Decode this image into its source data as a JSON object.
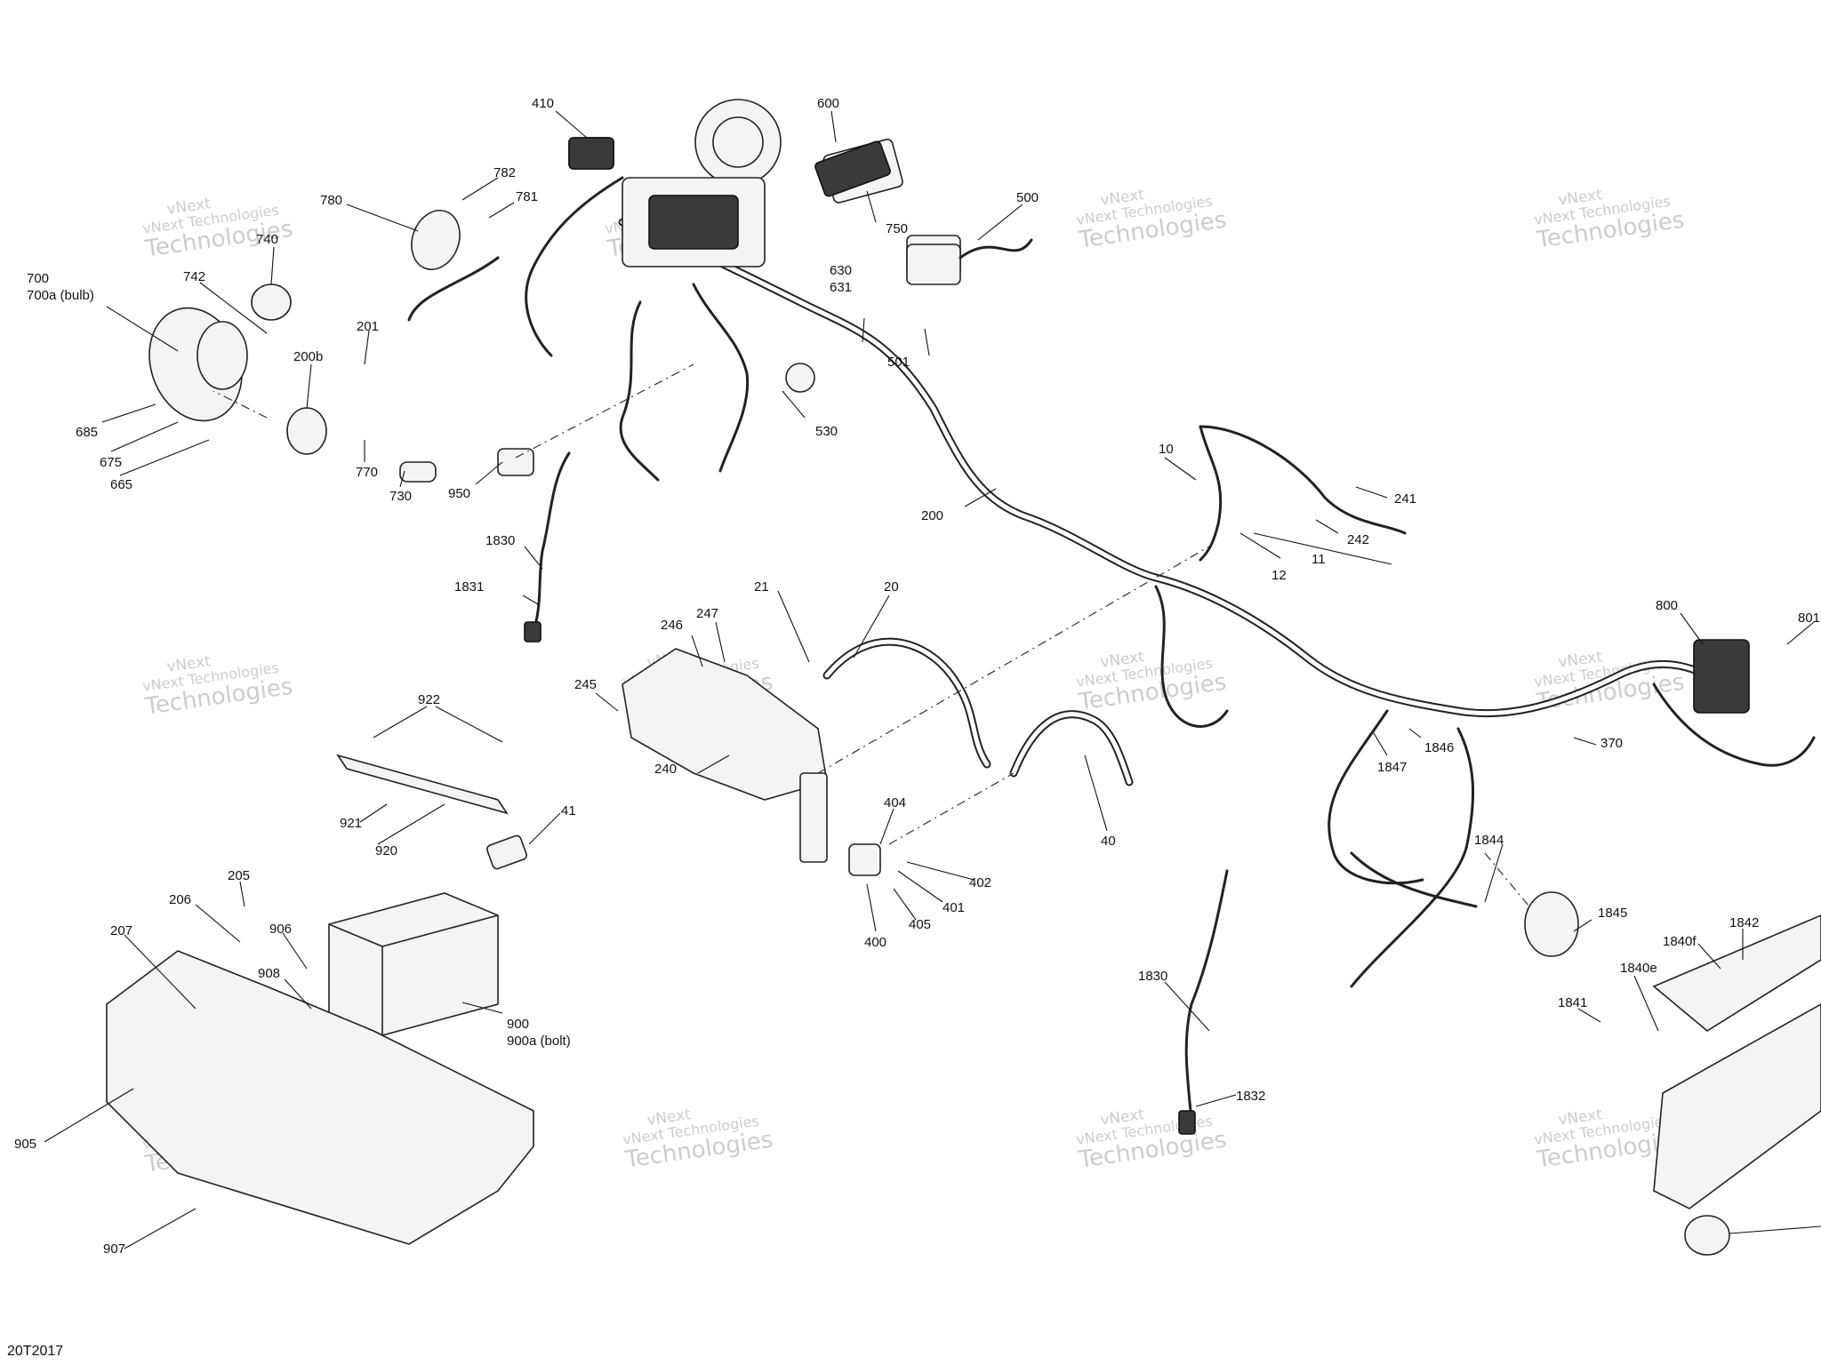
{
  "figure_code": "20T2017",
  "watermark": {
    "line1": "vNext",
    "line2": "vNext Technologies",
    "line3": "Technologies"
  },
  "callouts": [
    {
      "id": "410",
      "text": "410"
    },
    {
      "id": "600",
      "text": "600"
    },
    {
      "id": "782",
      "text": "782"
    },
    {
      "id": "781",
      "text": "781"
    },
    {
      "id": "780",
      "text": "780"
    },
    {
      "id": "750",
      "text": "750"
    },
    {
      "id": "500",
      "text": "500"
    },
    {
      "id": "740",
      "text": "740"
    },
    {
      "id": "742",
      "text": "742"
    },
    {
      "id": "700",
      "text": "700"
    },
    {
      "id": "700a",
      "text": "700a (bulb)"
    },
    {
      "id": "201",
      "text": "201"
    },
    {
      "id": "200b",
      "text": "200b"
    },
    {
      "id": "630",
      "text": "630"
    },
    {
      "id": "631",
      "text": "631"
    },
    {
      "id": "501",
      "text": "501"
    },
    {
      "id": "685",
      "text": "685"
    },
    {
      "id": "675",
      "text": "675"
    },
    {
      "id": "665",
      "text": "665"
    },
    {
      "id": "770",
      "text": "770"
    },
    {
      "id": "530",
      "text": "530"
    },
    {
      "id": "730",
      "text": "730"
    },
    {
      "id": "950",
      "text": "950"
    },
    {
      "id": "10",
      "text": "10"
    },
    {
      "id": "241",
      "text": "241"
    },
    {
      "id": "200",
      "text": "200"
    },
    {
      "id": "242",
      "text": "242"
    },
    {
      "id": "11",
      "text": "11"
    },
    {
      "id": "12",
      "text": "12"
    },
    {
      "id": "1830a",
      "text": "1830"
    },
    {
      "id": "1831",
      "text": "1831"
    },
    {
      "id": "21",
      "text": "21"
    },
    {
      "id": "20",
      "text": "20"
    },
    {
      "id": "247",
      "text": "247"
    },
    {
      "id": "246",
      "text": "246"
    },
    {
      "id": "800",
      "text": "800"
    },
    {
      "id": "801",
      "text": "801"
    },
    {
      "id": "245",
      "text": "245"
    },
    {
      "id": "922",
      "text": "922"
    },
    {
      "id": "1846",
      "text": "1846"
    },
    {
      "id": "370",
      "text": "370"
    },
    {
      "id": "1847",
      "text": "1847"
    },
    {
      "id": "240",
      "text": "240"
    },
    {
      "id": "41",
      "text": "41"
    },
    {
      "id": "921",
      "text": "921"
    },
    {
      "id": "404",
      "text": "404"
    },
    {
      "id": "920",
      "text": "920"
    },
    {
      "id": "40",
      "text": "40"
    },
    {
      "id": "1844",
      "text": "1844"
    },
    {
      "id": "402",
      "text": "402"
    },
    {
      "id": "401",
      "text": "401"
    },
    {
      "id": "405",
      "text": "405"
    },
    {
      "id": "205",
      "text": "205"
    },
    {
      "id": "400",
      "text": "400"
    },
    {
      "id": "1845",
      "text": "1845"
    },
    {
      "id": "206",
      "text": "206"
    },
    {
      "id": "1842",
      "text": "1842"
    },
    {
      "id": "207",
      "text": "207"
    },
    {
      "id": "906",
      "text": "906"
    },
    {
      "id": "1840f",
      "text": "1840f"
    },
    {
      "id": "908",
      "text": "908"
    },
    {
      "id": "1830b",
      "text": "1830"
    },
    {
      "id": "1840e",
      "text": "1840e"
    },
    {
      "id": "900",
      "text": "900"
    },
    {
      "id": "900a",
      "text": "900a (bolt)"
    },
    {
      "id": "1841",
      "text": "1841"
    },
    {
      "id": "1832",
      "text": "1832"
    },
    {
      "id": "905",
      "text": "905"
    },
    {
      "id": "907",
      "text": "907"
    }
  ]
}
